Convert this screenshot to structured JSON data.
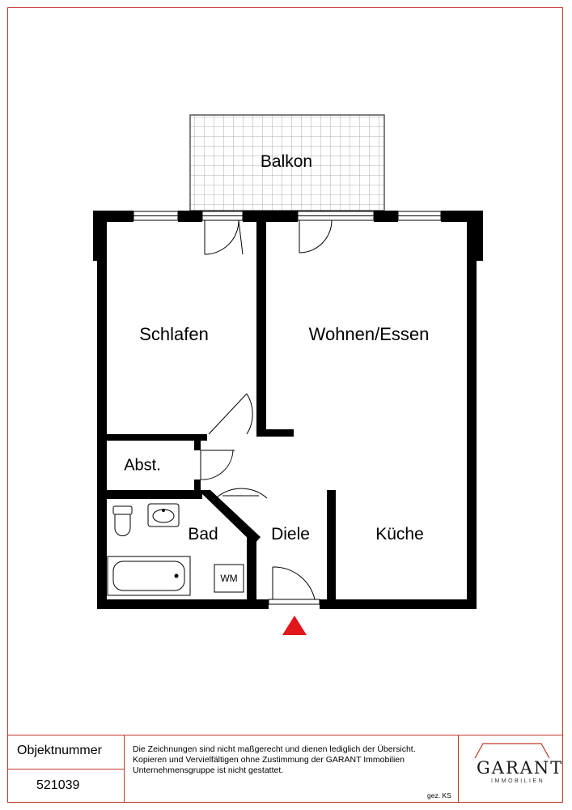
{
  "rooms": {
    "balkon": "Balkon",
    "schlafen": "Schlafen",
    "wohnen": "Wohnen/Essen",
    "abstellraum": "Abst.",
    "bad": "Bad",
    "diele": "Diele",
    "kueche": "Küche",
    "washing_machine": "WM"
  },
  "title_block": {
    "object_label": "Objektnummer",
    "object_number": "521039",
    "disclaimer_line1": "Die Zeichnungen sind nicht maßgerecht und dienen lediglich der Übersicht.",
    "disclaimer_line2": "Kopieren und Vervielfältigen ohne Zustimmung der GARANT Immobilien",
    "disclaimer_line3": "Unternehmensgruppe ist nicht gestattet.",
    "logo_text": "GARANT",
    "logo_subtext": "IMMOBILIEN",
    "drawn_by": "gez. KS"
  },
  "colors": {
    "wall": "#000000",
    "frame": "#c0392b",
    "entrance_marker": "#e0161a"
  }
}
